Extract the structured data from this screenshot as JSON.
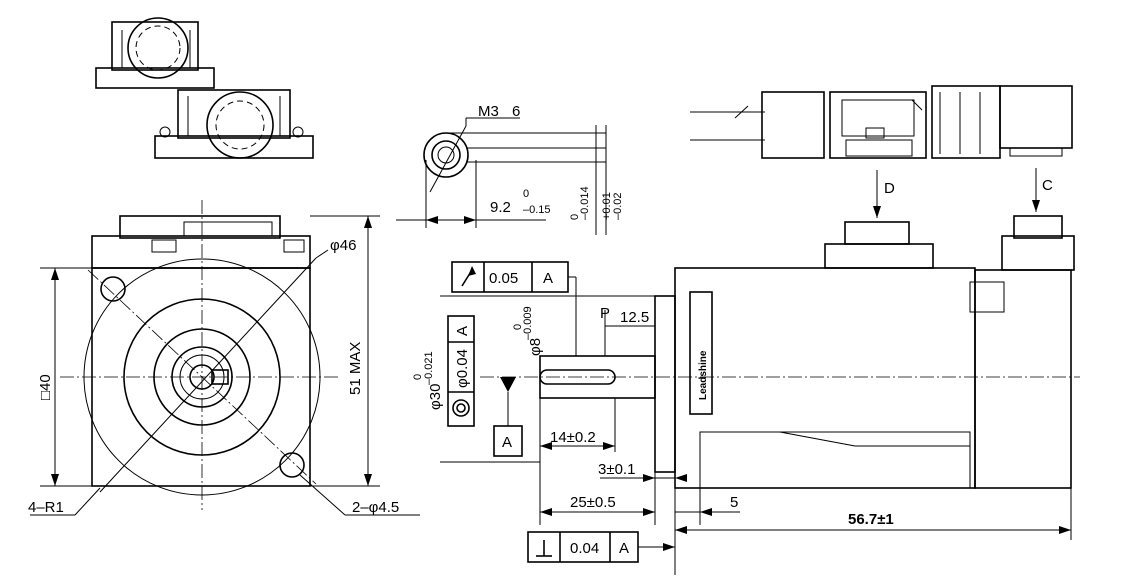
{
  "front_view": {
    "circle_dia": "φ46",
    "max_height": "51 MAX",
    "square": "□40",
    "corner_radius": "4–R1",
    "holes": "2–φ4.5"
  },
  "top_detail": {
    "thread": "M3",
    "thread_depth": "6",
    "flat_dim": "9.2",
    "flat_tol_upper": "0",
    "flat_tol_lower": "–0.15",
    "tol_a_upper": "0",
    "tol_a_lower": "–0.014",
    "tol_b_upper": "+0.01",
    "tol_b_lower": "–0.02"
  },
  "side_view": {
    "runout_value": "0.05",
    "runout_datum": "A",
    "shaft_dia": "φ8",
    "shaft_tol_upper": "0",
    "shaft_tol_lower": "–0.009",
    "p_label": "P",
    "p_dim": "12.5",
    "pilot_dia": "φ30",
    "pilot_tol_upper": "0",
    "pilot_tol_lower": "–0.021",
    "conc_value": "φ0.04",
    "conc_datum": "A",
    "datum_label": "A",
    "flat_len": "14±0.2",
    "flange_thk": "3±0.1",
    "shaft_len": "25±0.5",
    "gap": "5",
    "total_len": "56.7±1",
    "perp_value": "0.04",
    "perp_datum": "A",
    "conn_d": "D",
    "conn_c": "C",
    "brand": "Leadshine"
  }
}
